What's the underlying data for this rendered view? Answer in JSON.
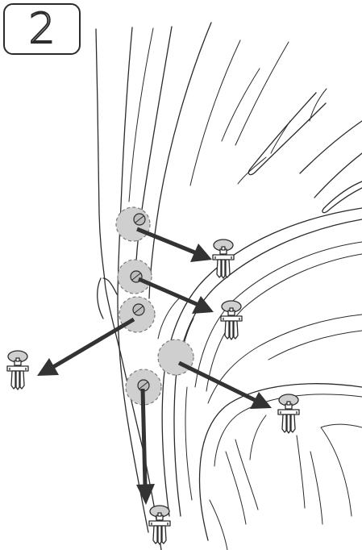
{
  "step": {
    "number": "2"
  },
  "diagram": {
    "subject": "wheel-arch-liner-clip-removal",
    "clip_locations": [
      "upper-front-1",
      "upper-front-2",
      "middle-front",
      "arch-rear",
      "lower-front"
    ],
    "colors": {
      "line": "#2b2b2b",
      "arrow": "#333333",
      "highlight_spot": "#cfcfcf",
      "clip_cap": "#cfcfcf"
    }
  }
}
